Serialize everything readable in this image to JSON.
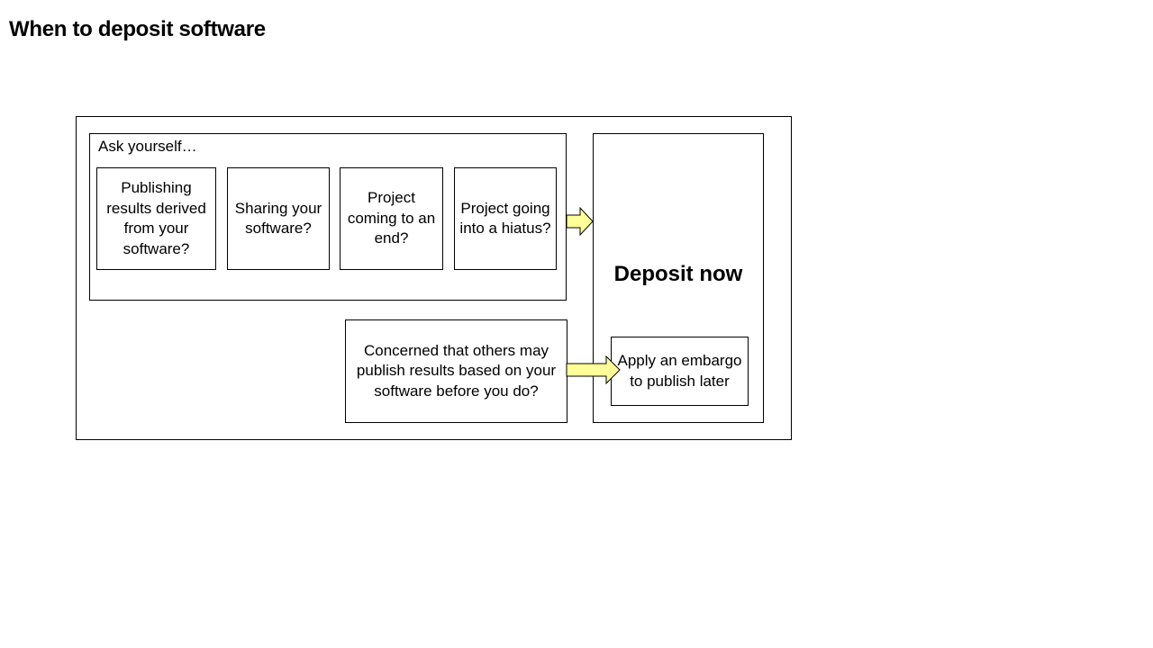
{
  "title": "When to deposit software",
  "diagram": {
    "ask_label": "Ask yourself…",
    "questions": [
      "Publishing results derived from your software?",
      "Sharing your software?",
      "Project coming to an end?",
      "Project going into a hiatus?"
    ],
    "concern": "Concerned that others may publish results based on your software before you do?",
    "deposit_label": "Deposit now",
    "embargo": "Apply an embargo to publish later",
    "arrow_color": "#ffff99"
  }
}
